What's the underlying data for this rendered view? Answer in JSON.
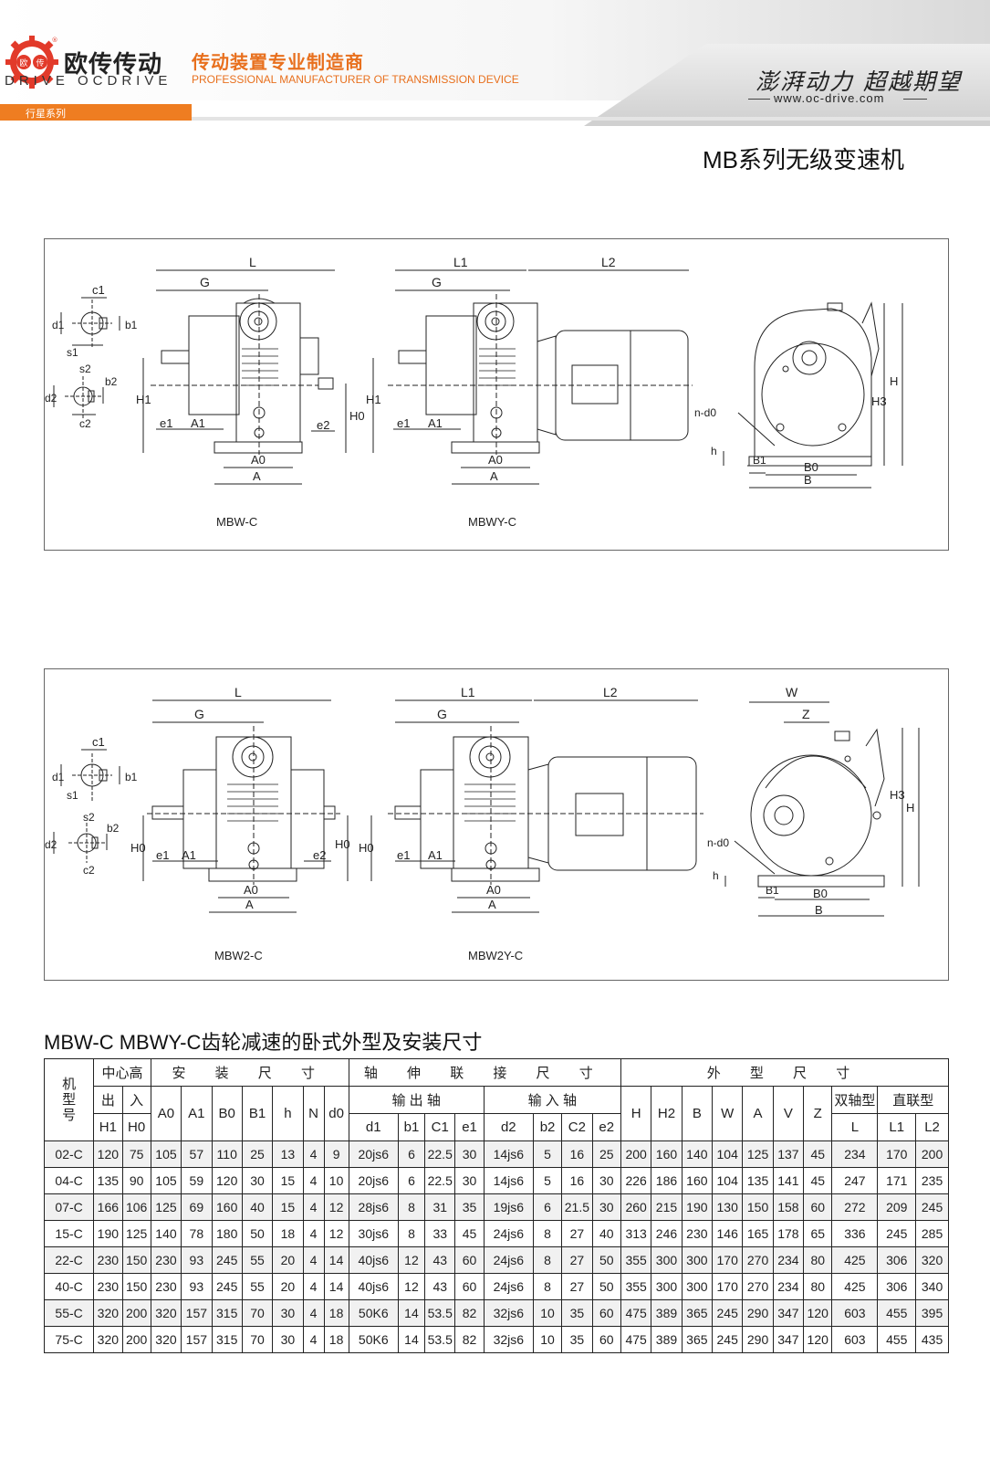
{
  "header": {
    "brand_cn": "欧传传动",
    "brand_en": "DRIVE OCDRIVE",
    "logo_left": "欧",
    "logo_right": "传",
    "logo_mark": "®",
    "slogan_cn": "传动装置专业制造商",
    "slogan_en": "PROFESSIONAL MANUFACTURER OF TRANSMISSION DEVICE",
    "motto": "澎湃动力 超越期望",
    "url": "www.oc-drive.com",
    "section_tab": "行星系列"
  },
  "doc_title": "MB系列无级变速机",
  "drawings": {
    "labels": {
      "L": "L",
      "L1": "L1",
      "L2": "L2",
      "G": "G",
      "H": "H",
      "H0": "H0",
      "H1": "H1",
      "H3": "H3",
      "A": "A",
      "A0": "A0",
      "A1": "A1",
      "B": "B",
      "B0": "B0",
      "B1": "B1",
      "e1": "e1",
      "e2": "e2",
      "c1": "c1",
      "c2": "c2",
      "b1": "b1",
      "b2": "b2",
      "d1": "d1",
      "d2": "d2",
      "s1": "s1",
      "s2": "s2",
      "h": "h",
      "nd0": "n-d0",
      "W": "W",
      "Z": "Z"
    },
    "captions": [
      "MBW-C",
      "MBWY-C",
      "MBW2-C",
      "MBW2Y-C"
    ]
  },
  "table": {
    "title": "MBW-C MBWY-C齿轮减速的卧式外型及安装尺寸",
    "head": {
      "model": "机型号",
      "center_height": "中心高",
      "out": "出",
      "in": "入",
      "install": "安 装 尺 寸",
      "shaft": "轴 伸 联 接 尺 寸",
      "outline": "外 型 尺 寸",
      "out_shaft": "输 出 轴",
      "in_shaft": "输 入 轴",
      "double": "双轴型",
      "direct": "直联型",
      "H1": "H1",
      "H0": "H0",
      "A0": "A0",
      "A1": "A1",
      "B0": "B0",
      "B1": "B1",
      "h": "h",
      "N": "N",
      "d0": "d0",
      "d1": "d1",
      "b1": "b1",
      "C1": "C1",
      "e1": "e1",
      "d2": "d2",
      "b2": "b2",
      "C2": "C2",
      "e2": "e2",
      "H": "H",
      "H2": "H2",
      "B": "B",
      "W": "W",
      "A": "A",
      "V": "V",
      "Z": "Z",
      "L": "L",
      "L1": "L1",
      "L2": "L2"
    },
    "rows": [
      [
        "02-C",
        "120",
        "75",
        "105",
        "57",
        "110",
        "25",
        "13",
        "4",
        "9",
        "20js6",
        "6",
        "22.5",
        "30",
        "14js6",
        "5",
        "16",
        "25",
        "200",
        "160",
        "140",
        "104",
        "125",
        "137",
        "45",
        "234",
        "170",
        "200"
      ],
      [
        "04-C",
        "135",
        "90",
        "105",
        "59",
        "120",
        "30",
        "15",
        "4",
        "10",
        "20js6",
        "6",
        "22.5",
        "30",
        "14js6",
        "5",
        "16",
        "30",
        "226",
        "186",
        "160",
        "104",
        "135",
        "141",
        "45",
        "247",
        "171",
        "235"
      ],
      [
        "07-C",
        "166",
        "106",
        "125",
        "69",
        "160",
        "40",
        "15",
        "4",
        "12",
        "28js6",
        "8",
        "31",
        "35",
        "19js6",
        "6",
        "21.5",
        "30",
        "260",
        "215",
        "190",
        "130",
        "150",
        "158",
        "60",
        "272",
        "209",
        "245"
      ],
      [
        "15-C",
        "190",
        "125",
        "140",
        "78",
        "180",
        "50",
        "18",
        "4",
        "12",
        "30js6",
        "8",
        "33",
        "45",
        "24js6",
        "8",
        "27",
        "40",
        "313",
        "246",
        "230",
        "146",
        "165",
        "178",
        "65",
        "336",
        "245",
        "285"
      ],
      [
        "22-C",
        "230",
        "150",
        "230",
        "93",
        "245",
        "55",
        "20",
        "4",
        "14",
        "40js6",
        "12",
        "43",
        "60",
        "24js6",
        "8",
        "27",
        "50",
        "355",
        "300",
        "300",
        "170",
        "270",
        "234",
        "80",
        "425",
        "306",
        "320"
      ],
      [
        "40-C",
        "230",
        "150",
        "230",
        "93",
        "245",
        "55",
        "20",
        "4",
        "14",
        "40js6",
        "12",
        "43",
        "60",
        "24js6",
        "8",
        "27",
        "50",
        "355",
        "300",
        "300",
        "170",
        "270",
        "234",
        "80",
        "425",
        "306",
        "340"
      ],
      [
        "55-C",
        "320",
        "200",
        "320",
        "157",
        "315",
        "70",
        "30",
        "4",
        "18",
        "50K6",
        "14",
        "53.5",
        "82",
        "32js6",
        "10",
        "35",
        "60",
        "475",
        "389",
        "365",
        "245",
        "290",
        "347",
        "120",
        "603",
        "455",
        "395"
      ],
      [
        "75-C",
        "320",
        "200",
        "320",
        "157",
        "315",
        "70",
        "30",
        "4",
        "18",
        "50K6",
        "14",
        "53.5",
        "82",
        "32js6",
        "10",
        "35",
        "60",
        "475",
        "389",
        "365",
        "245",
        "290",
        "347",
        "120",
        "603",
        "455",
        "435"
      ]
    ]
  }
}
